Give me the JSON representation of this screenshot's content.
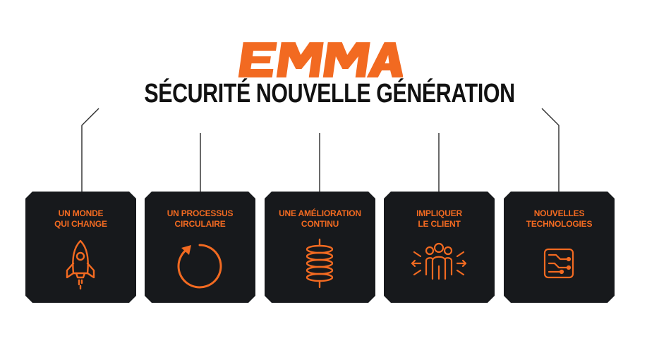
{
  "brand": {
    "logo_text": "EMMA",
    "accent_color": "#f26a21",
    "card_color": "#17191c"
  },
  "headline": "SÉCURITÉ NOUVELLE GÉNÉRATION",
  "cards": [
    {
      "line1": "UN MONDE",
      "line2": "QUI CHANGE",
      "icon": "rocket-icon"
    },
    {
      "line1": "UN PROCESSUS",
      "line2": "CIRCULAIRE",
      "icon": "circular-arrow-icon"
    },
    {
      "line1": "UNE AMÉLIORATION",
      "line2": "CONTINU",
      "icon": "spring-coil-icon"
    },
    {
      "line1": "IMPLIQUER",
      "line2": "LE CLIENT",
      "icon": "people-group-icon"
    },
    {
      "line1": "NOUVELLES",
      "line2": "TECHNOLOGIES",
      "icon": "circuit-chip-icon"
    }
  ]
}
